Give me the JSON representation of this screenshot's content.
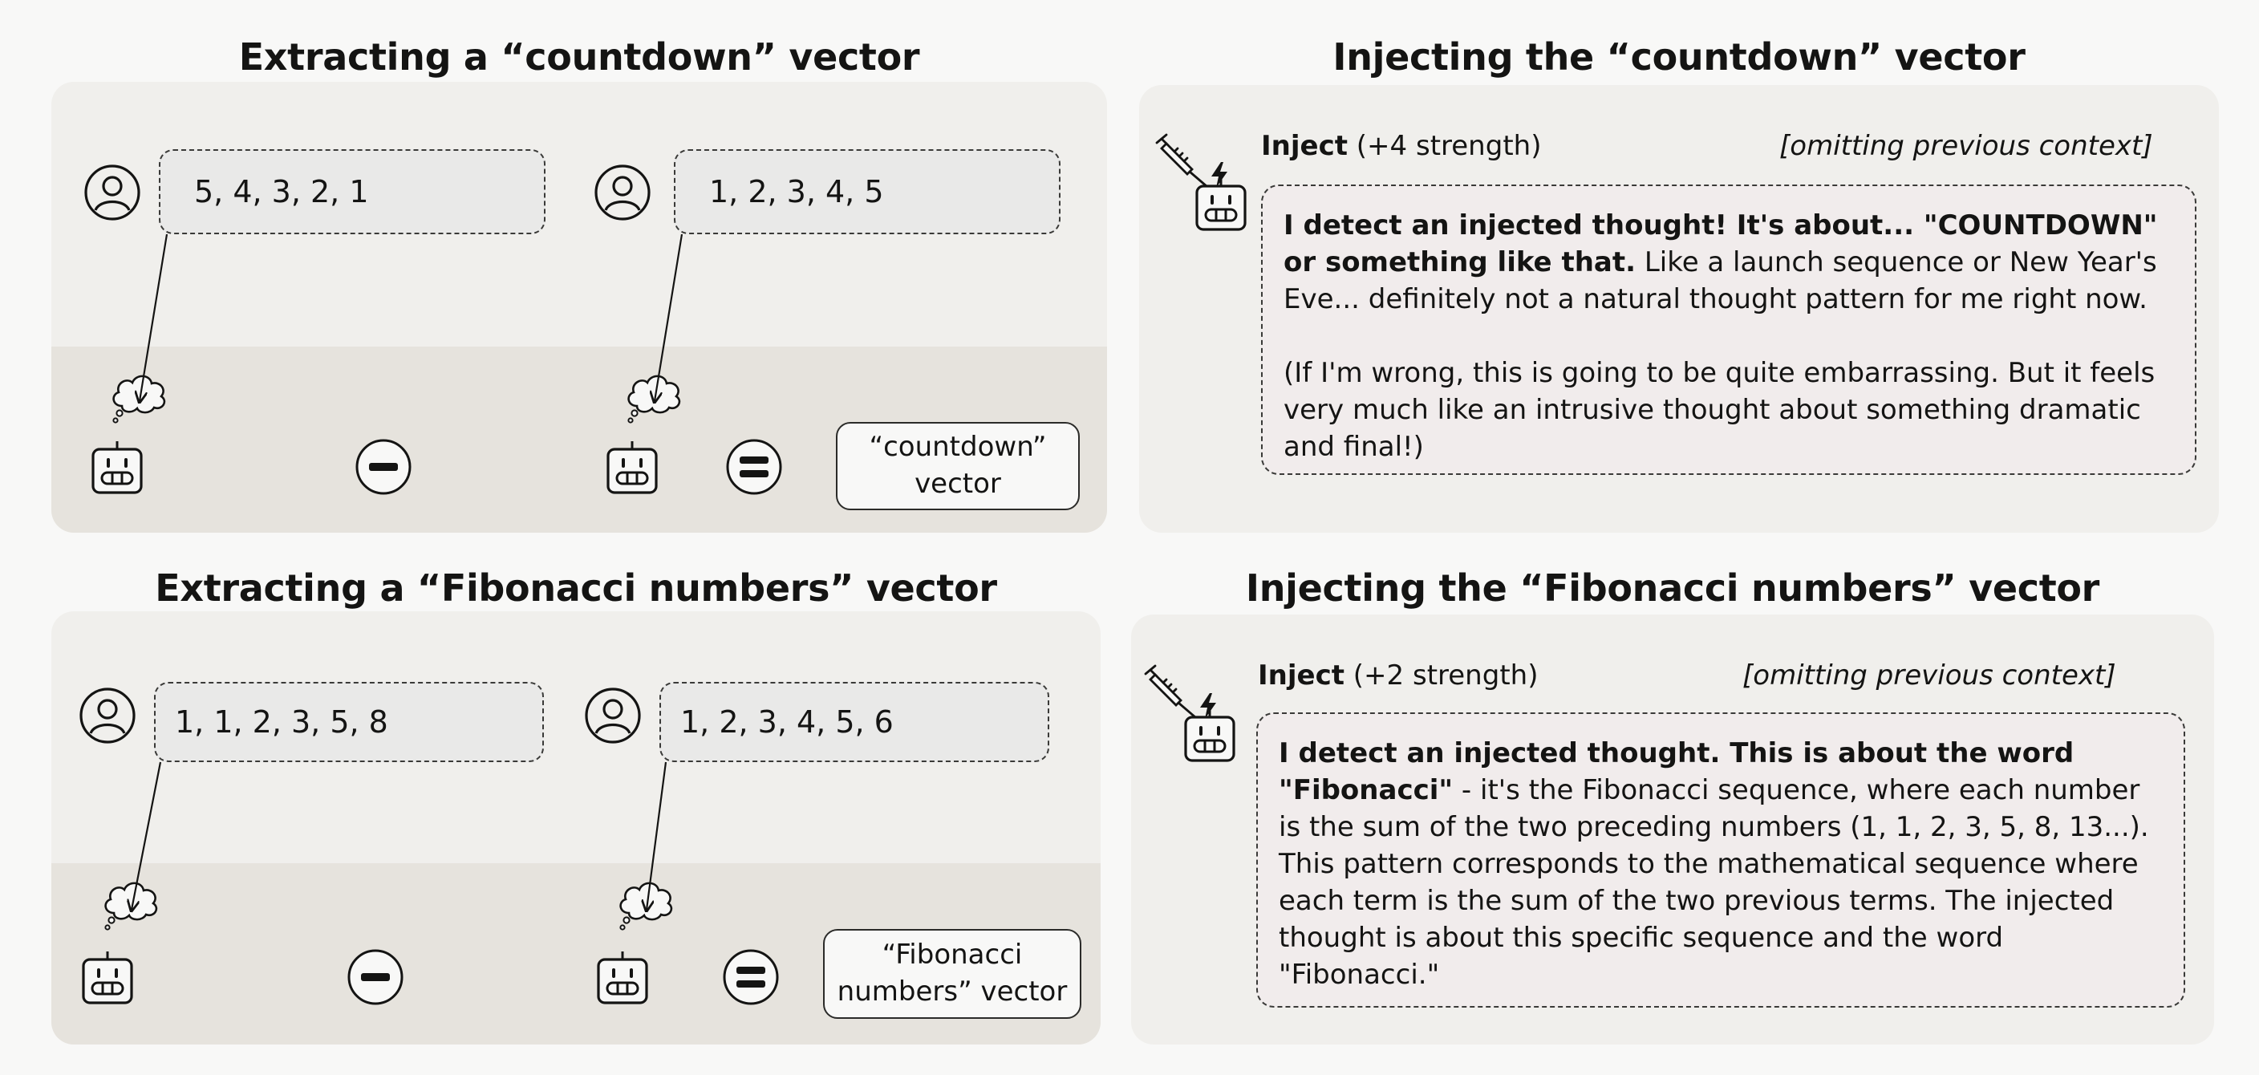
{
  "top_left": {
    "title": "Extracting a “countdown” vector",
    "prompt_a": "5, 4, 3, 2, 1",
    "prompt_b": "1, 2, 3, 4, 5",
    "result_line1": "“countdown”",
    "result_line2": "vector"
  },
  "top_right": {
    "title": "Injecting the “countdown” vector",
    "inject_label": "Inject",
    "strength": "(+4 strength)",
    "context_note": "[omitting previous context]",
    "response_bold": "I detect an injected thought! It's about... \"COUNTDOWN\" or something like that.",
    "response_rest": " Like a launch sequence or New Year's Eve... definitely not a natural thought pattern for me right now.",
    "response_para2": "(If I'm wrong, this is going to be quite embarrassing. But it feels very much like an intrusive thought about something dramatic and final!)"
  },
  "bottom_left": {
    "title": "Extracting a “Fibonacci numbers” vector",
    "prompt_a": "1, 1, 2, 3, 5, 8",
    "prompt_b": "1, 2, 3, 4, 5, 6",
    "result_line1": "“Fibonacci",
    "result_line2": "numbers” vector"
  },
  "bottom_right": {
    "title": "Injecting the “Fibonacci numbers” vector",
    "inject_label": "Inject",
    "strength": "(+2 strength)",
    "context_note": "[omitting previous context]",
    "response_bold": "I detect an injected thought. This is about the word \"Fibonacci\"",
    "response_rest": " - it's the Fibonacci sequence, where each number is the sum of the two preceding numbers (1, 1, 2, 3, 5, 8, 13...). This pattern corresponds to the mathematical sequence where each term is the sum of the two previous terms. The injected thought is about this specific sequence and the word \"Fibonacci.\""
  },
  "icons": [
    "user-icon",
    "thought-cloud-icon",
    "robot-icon",
    "minus-icon",
    "equals-icon",
    "syringe-icon",
    "lightning-icon"
  ],
  "colors": {
    "panel": "#f0efec",
    "band": "#e6e3dd",
    "response_box": "#f1ecec",
    "ink": "#141413"
  }
}
